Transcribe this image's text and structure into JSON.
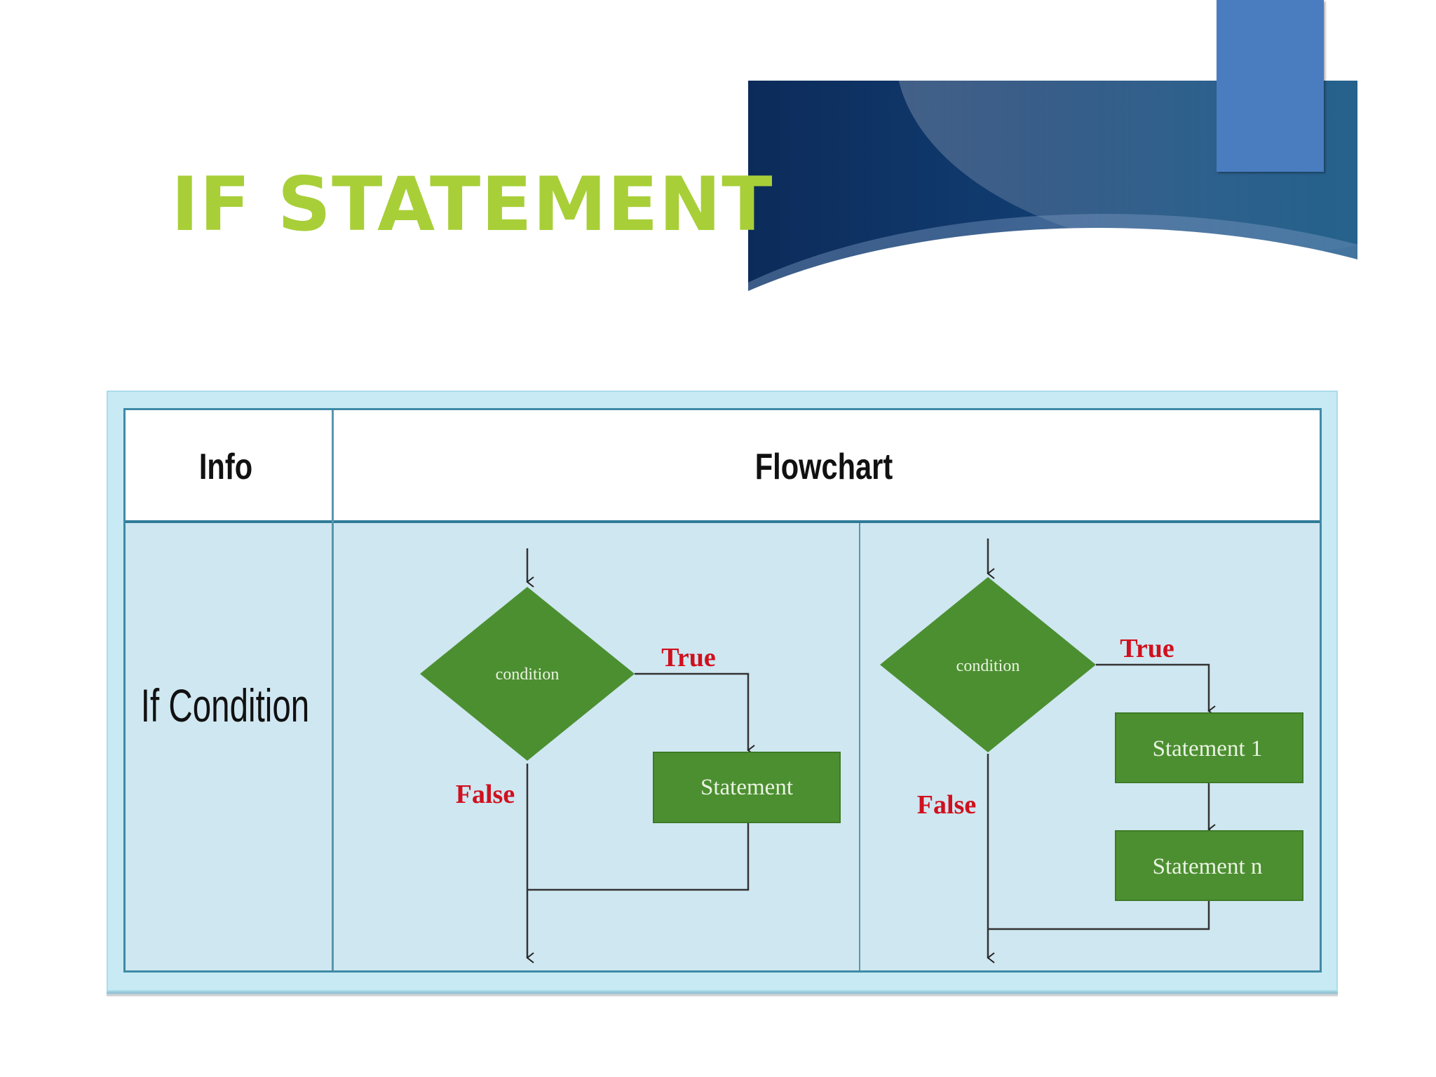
{
  "slide": {
    "title": "IF STATEMENT",
    "colors": {
      "title": "#a8cf38",
      "banner": "#113c70",
      "accent_tab": "#4a7cc0",
      "table_fill": "#cfe7f1",
      "shape_green": "#4c8f31",
      "branch_label_red": "#d0101e"
    }
  },
  "table": {
    "headers": {
      "info": "Info",
      "flowchart": "Flowchart"
    },
    "row_label": "If Condition"
  },
  "flowchart_left": {
    "decision": "condition",
    "true_label": "True",
    "false_label": "False",
    "statement": "Statement"
  },
  "flowchart_right": {
    "decision": "condition",
    "true_label": "True",
    "false_label": "False",
    "statement_1": "Statement 1",
    "statement_n": "Statement n"
  }
}
